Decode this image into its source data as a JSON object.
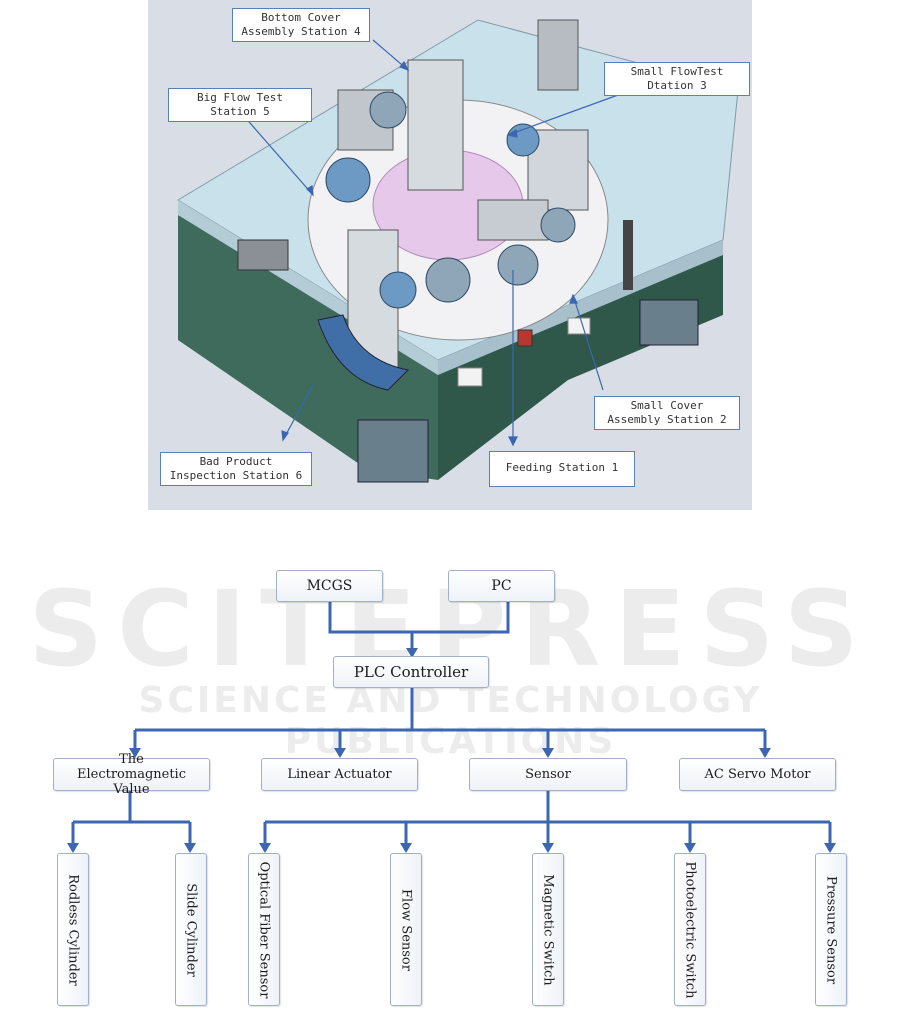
{
  "watermark": {
    "main": "SCITEPRESS",
    "sub": "SCIENCE AND TECHNOLOGY PUBLICATIONS"
  },
  "machine_callouts": [
    {
      "id": "station4",
      "line1": "Bottom Cover",
      "line2": "Assembly Station 4"
    },
    {
      "id": "station3",
      "line1": "Small FlowTest",
      "line2": "Dtation 3"
    },
    {
      "id": "station5",
      "line1": "Big Flow Test",
      "line2": "Station 5"
    },
    {
      "id": "station2",
      "line1": "Small Cover",
      "line2": "Assembly Station 2"
    },
    {
      "id": "station6",
      "line1": "Bad Product",
      "line2": "Inspection Station 6"
    },
    {
      "id": "station1",
      "line1": "Feeding Station 1",
      "line2": ""
    }
  ],
  "diagram": {
    "top": {
      "mcgs": "MCGS",
      "pc": "PC",
      "plc": "PLC Controller"
    },
    "level2": {
      "electromagnetic": "The Electromagnetic Value",
      "linear": "Linear Actuator",
      "sensor": "Sensor",
      "servo": "AC Servo Motor"
    },
    "valve_children": {
      "rodless": "Rodless Cylinder",
      "slide": "Slide Cylinder"
    },
    "sensor_children": {
      "optical": "Optical Fiber Sensor",
      "flow": "Flow Sensor",
      "magnetic": "Magnetic Switch",
      "photoelectric": "Photoelectric Switch",
      "pressure": "Pressure Sensor"
    }
  },
  "colors": {
    "connector": "#3c66b0",
    "box_border": "#9fb0c8",
    "callout_border": "#5b7fb4",
    "platform": "#c9e1ea",
    "frame": "#3e6b5c",
    "table": "#e5c8ea"
  }
}
